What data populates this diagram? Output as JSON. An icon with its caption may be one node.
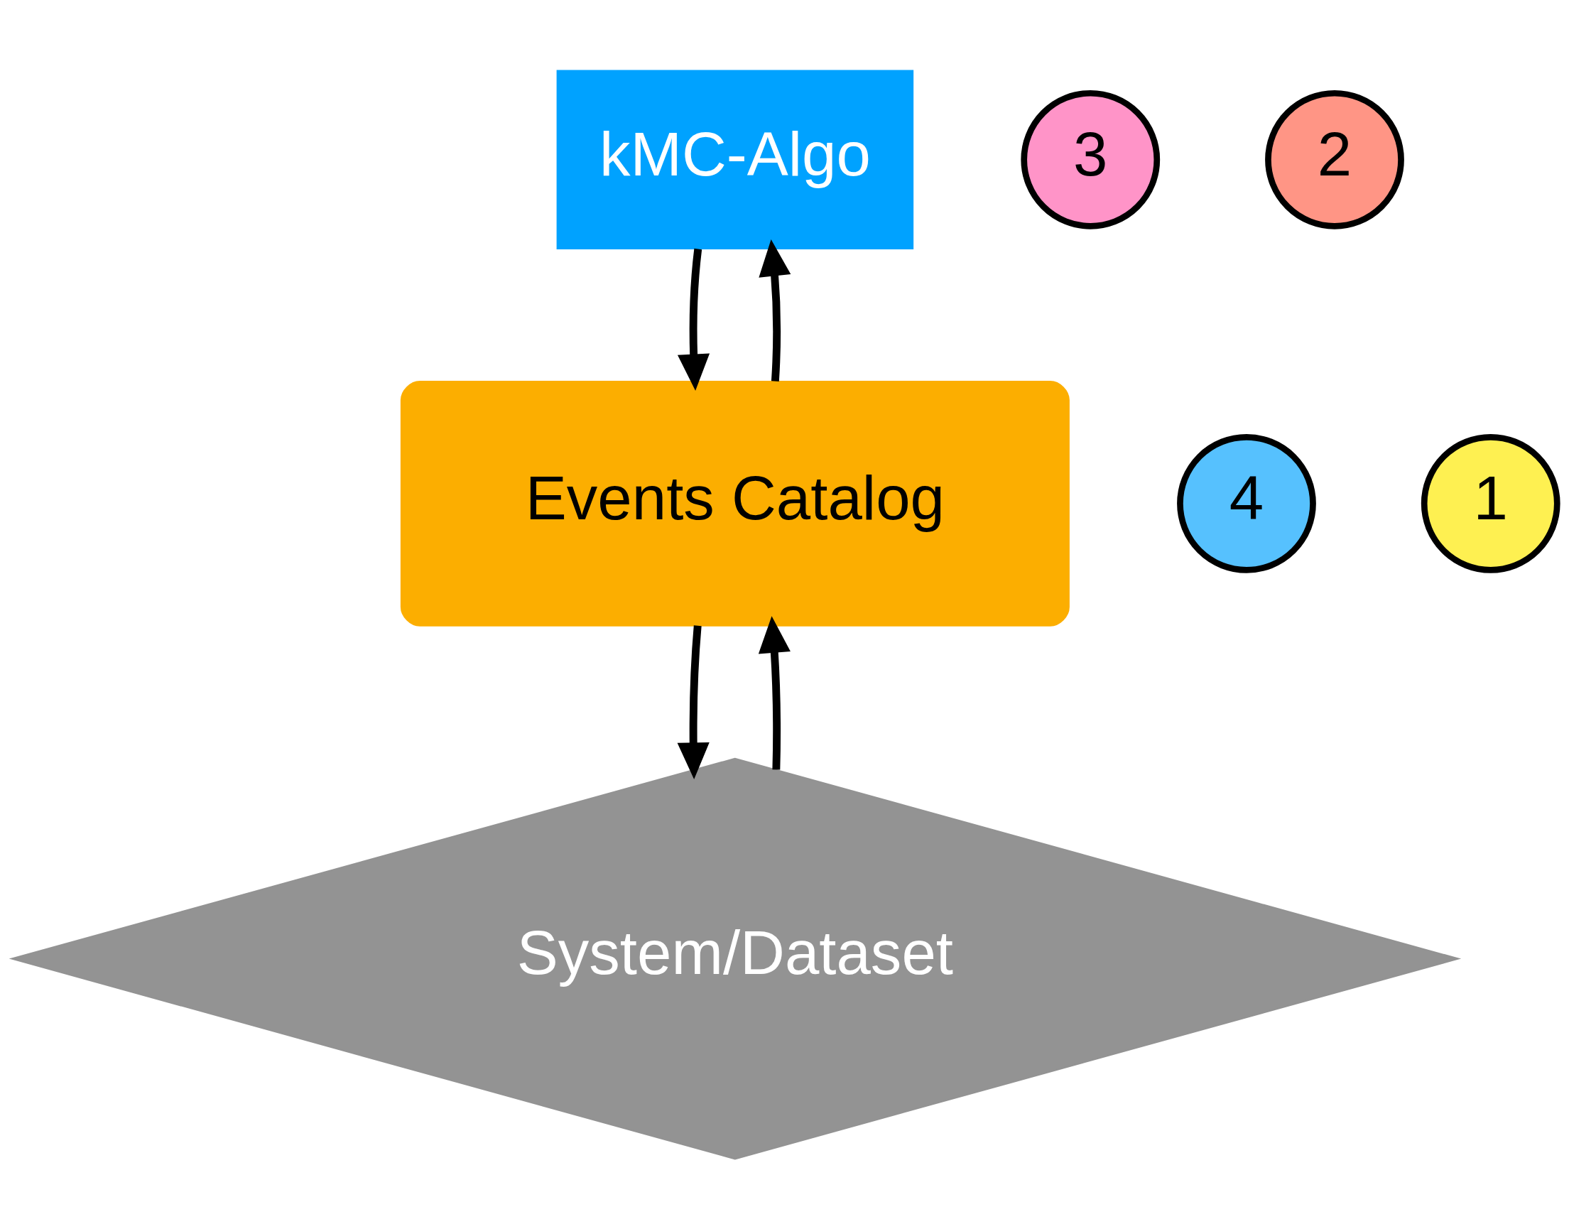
{
  "diagram": {
    "nodes": [
      {
        "text": [
          "kMC-Algo"
        ]
      },
      {
        "text": [
          "3"
        ]
      },
      {
        "text": [
          "2"
        ]
      },
      {
        "text": [
          "Events Catalog"
        ]
      },
      {
        "text": [
          "4"
        ]
      },
      {
        "text": [
          "1"
        ]
      },
      {
        "text": [
          "System/Dataset"
        ]
      }
    ],
    "edges": [
      {
        "from": 6,
        "to": 3,
        "arrow": "to"
      },
      {
        "from": 3,
        "to": 0,
        "arrow": "to"
      },
      {
        "from": 0,
        "to": 3,
        "arrow": "to"
      },
      {
        "from": 3,
        "to": 6,
        "arrow": "to"
      }
    ]
  }
}
